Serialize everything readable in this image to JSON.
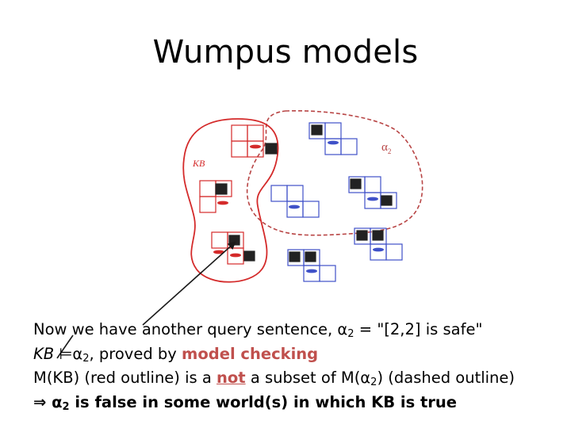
{
  "slide": {
    "title": "Wumpus models",
    "figure": {
      "kb_label": "KB",
      "alpha_label": "α",
      "alpha_sub": "2"
    },
    "line1": {
      "text": "Now we have another query sentence, α",
      "sub": "2",
      "rest": " = \"[2,2] is safe\""
    },
    "line2": {
      "kb": "KB",
      "entail_symbol": "⊨",
      "alpha": "α",
      "sub": "2",
      "mid": ", proved by ",
      "highlight": "model checking"
    },
    "line3": {
      "pre": "M(KB) (red outline) is a ",
      "not_word": "not",
      "post": " a subset of M(α",
      "sub": "2",
      "tail": ") (dashed outline)"
    },
    "line4": {
      "implies": "⇒",
      "alpha": " α",
      "sub": "2",
      "text": " is false in some world(s) in which KB is true"
    },
    "colors": {
      "kb_outline": "#d42a2a",
      "alpha_outline": "#b84545",
      "grid_blue": "#3f51c8",
      "grid_red": "#d42a2a",
      "highlight_text": "#c0504d",
      "arrow": "#1a1a1a"
    }
  }
}
